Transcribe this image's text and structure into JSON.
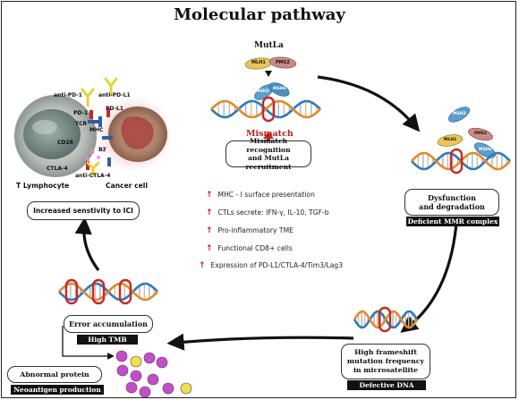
{
  "title": "Molecular pathway",
  "mutla_label": "MutLa",
  "mismatch_label": "Mismatch",
  "recognition_box": [
    "Mismatch recognition",
    "and MutLa recruitment"
  ],
  "dysfunction_box": [
    "Dysfunction",
    "and degradation"
  ],
  "dysfunction_bar": "Deficient MMR complex",
  "frameshift_box": [
    "High frameshift",
    "mutation frequency",
    "in microsatellite"
  ],
  "frameshift_bar": "Defective DNA",
  "error_box": "Error accumulation",
  "error_bar": "High TMB",
  "abnormal_box": "Abnormal protein",
  "abnormal_bar": "Neoantigen production",
  "ici_box": "Increased senstivity to ICI",
  "t_cell_label": "T Lymphocyte",
  "cancer_cell_label": "Cancer cell",
  "immune_labels": {
    "anti_pd1": "anti-PD-1",
    "anti_pdl1": "anti-PD-L1",
    "pd1": "PD-1",
    "pdl1": "PD-L1",
    "tcr": "TCR",
    "mhc": "MHC",
    "cd28": "CD28",
    "b7": "B7",
    "ctla4": "CTLA-4",
    "anti_ctla4": "anti-CTLA-4"
  },
  "protein_labels": {
    "mlh1": "MLH1",
    "pms2": "PMS2",
    "msh2": "MSH2",
    "msh6": "MSH6"
  },
  "effects": [
    "MHC - I surface presentation",
    "CTLs secrete: IFN-γ, IL-10, TGF-b",
    "Pro-inflammatory TME",
    "Functional CD8+ cells",
    "Expression of PD-L1/CTLA-4/Tim3/Lag3"
  ],
  "colors": {
    "mlh1": "#e9c65a",
    "pms2": "#c98a85",
    "msh": "#5aa0cf",
    "mismatch": "#c62828",
    "effect_arrow": "#b51d1d",
    "dna_blue": "#2b7bb9",
    "dna_orange": "#e08a2e",
    "antibody": "#e8d23c",
    "neo_purple": "#c24fc8",
    "neo_yellow": "#f2e04a"
  }
}
